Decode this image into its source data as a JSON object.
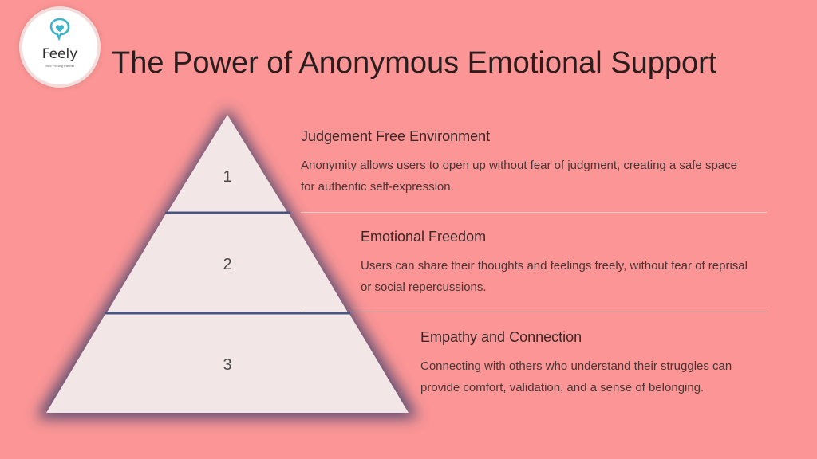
{
  "logo": {
    "wordmark": "Feely",
    "tagline": "Your Feeling Partner"
  },
  "title": "The Power of Anonymous Emotional Support",
  "tiers": [
    {
      "number": "1",
      "heading": "Judgement Free Environment",
      "description": "Anonymity allows users to open up without fear of judgment, creating a safe space for authentic self-expression."
    },
    {
      "number": "2",
      "heading": "Emotional Freedom",
      "description": "Users can share their thoughts and feelings freely, without fear of reprisal or social repercussions."
    },
    {
      "number": "3",
      "heading": "Empathy and Connection",
      "description": "Connecting with others who understand their struggles can provide comfort, validation, and a sense of belonging."
    }
  ],
  "colors": {
    "background": "#fc9696",
    "tier_fill": "#f3e6e6",
    "tier_outline": "#4a5480",
    "logo_accent": "#3bb3c8"
  }
}
